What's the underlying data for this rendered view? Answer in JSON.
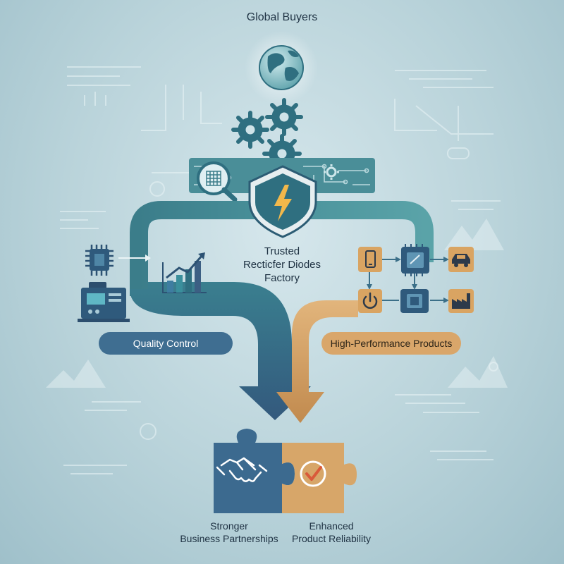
{
  "title": "Global Buyers",
  "center_label": [
    "Trusted",
    "Recticfer Diodes",
    "Factory"
  ],
  "quality_control_label": "Quality Control",
  "high_performance_label": "High-Performance Products",
  "outcome_left": [
    "Stronger",
    "Business Partnerships"
  ],
  "outcome_right": [
    "Enhanced",
    "Product Reliability"
  ],
  "icons": {
    "globe": "globe-icon",
    "gears": "gear-icon",
    "shield": "shield-bolt-icon",
    "magnifier": "magnifier-icon",
    "chip": "microchip-icon",
    "machine": "machine-icon",
    "growth_chart": "growth-chart-icon",
    "phone": "phone-icon",
    "car": "car-icon",
    "power": "power-icon",
    "factory": "factory-icon",
    "handshake": "handshake-icon",
    "check": "check-badge-icon"
  },
  "colors": {
    "teal_dark": "#2f6f80",
    "teal_light": "#4f9aa2",
    "blue_arrow": "#3a6789",
    "gold_arrow": "#cf9a5e",
    "puzzle_blue": "#3c6a8f",
    "puzzle_gold": "#d7a669",
    "background": "#c3dbe1"
  }
}
